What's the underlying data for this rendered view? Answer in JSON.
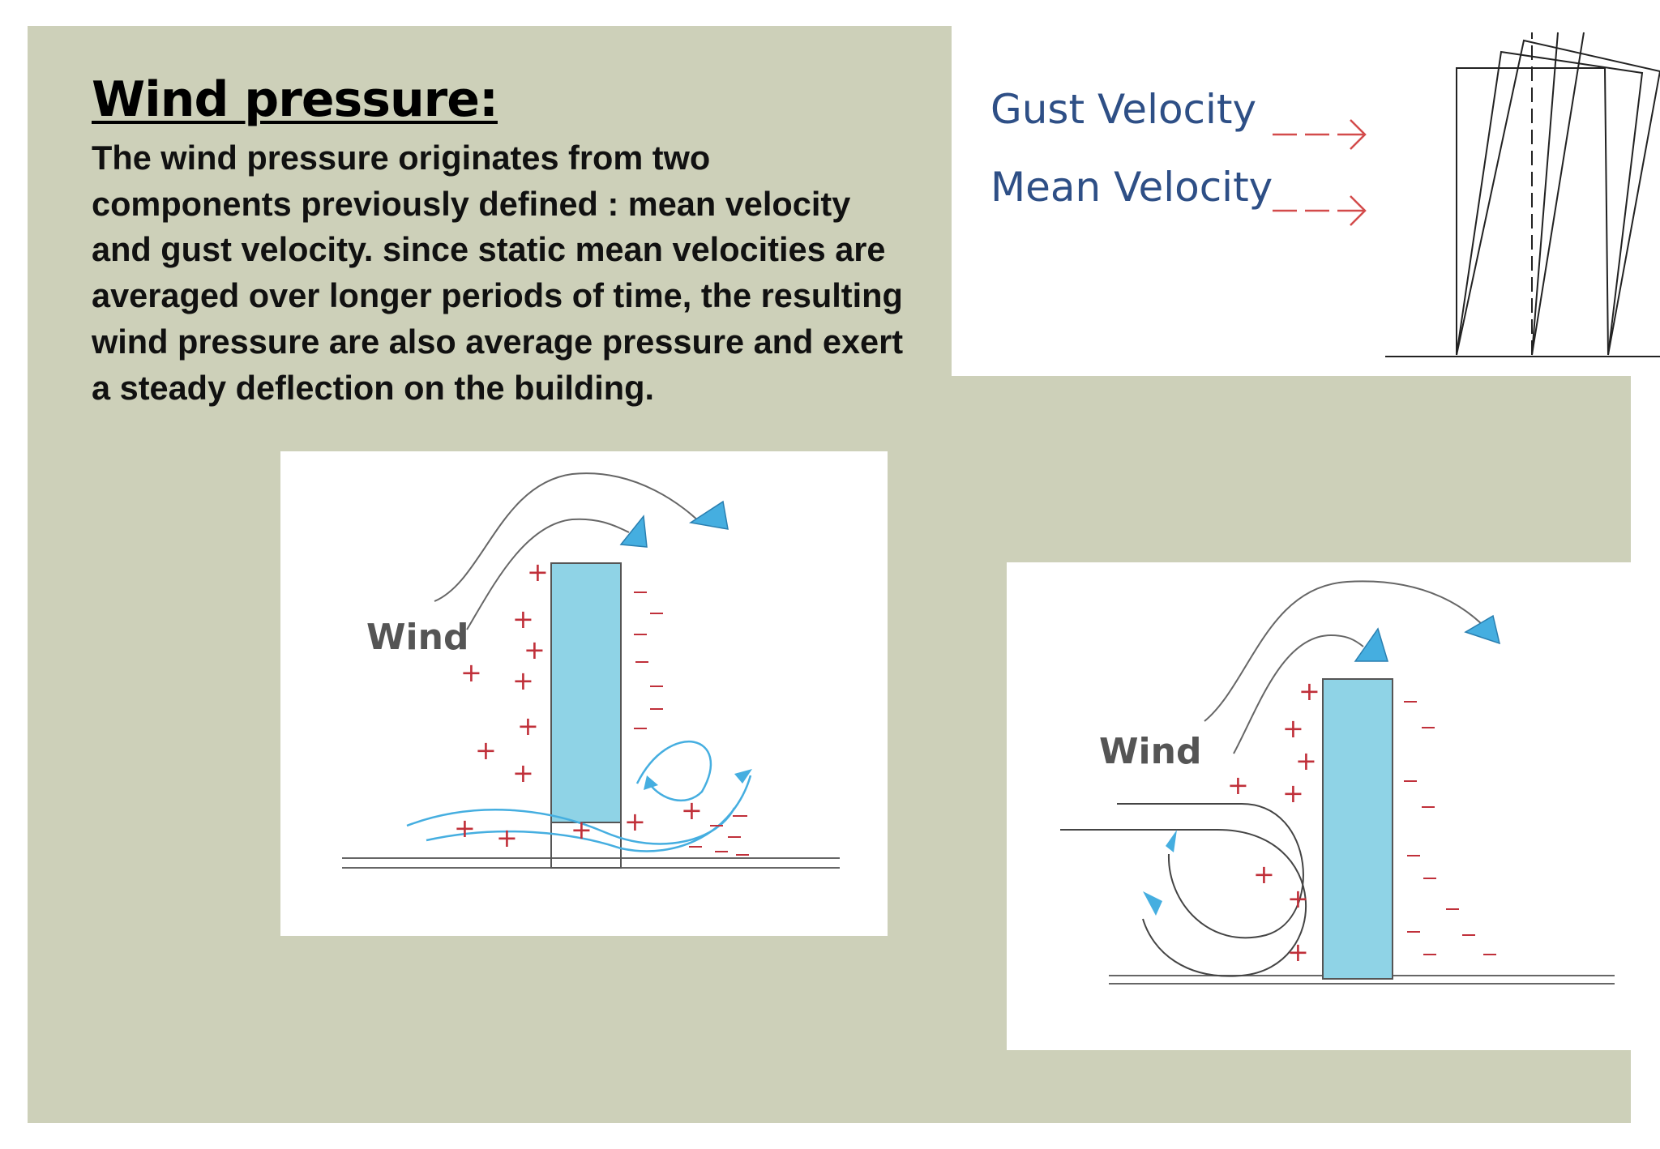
{
  "slide": {
    "title": "Wind pressure:",
    "body": "The wind pressure originates from two components previously defined : mean velocity and gust velocity. since static mean velocities are averaged over longer periods of time, the resulting wind pressure are also average pressure and exert a steady deflection on the building."
  },
  "deflection_diagram": {
    "gust_label": "Gust Velocity",
    "mean_label": "Mean Velocity"
  },
  "airflow_diagram_left": {
    "wind_label": "Wind"
  },
  "airflow_diagram_right": {
    "wind_label": "Wind"
  },
  "colors": {
    "slide_bg": "#cdd0b9",
    "building_fill": "#8fd3e6",
    "arrow_fill": "#45aee0",
    "positive_pressure": "#c0303a",
    "velocity_text": "#2e4f86"
  }
}
